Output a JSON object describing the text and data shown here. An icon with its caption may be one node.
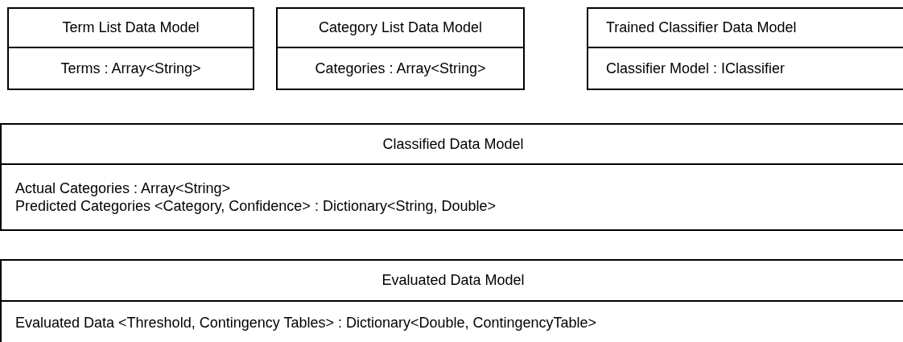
{
  "diagram": {
    "nodes": [
      {
        "text": [
          "Term List Data Model",
          "Terms : Array<String>"
        ]
      },
      {
        "text": [
          "Category List Data Model",
          "Categories : Array<String>"
        ]
      },
      {
        "text": [
          "Trained Classifier Data Model",
          "Classifier Model : IClassifier"
        ]
      },
      {
        "text": [
          "Classified Data Model",
          "Actual Categories : Array<String>",
          "Predicted Categories <Category, Confidence> : Dictionary<String, Double>"
        ]
      },
      {
        "text": [
          "Evaluated Data Model",
          "Evaluated Data <Threshold, Contingency Tables> : Dictionary<Double, ContingencyTable>"
        ]
      }
    ]
  }
}
